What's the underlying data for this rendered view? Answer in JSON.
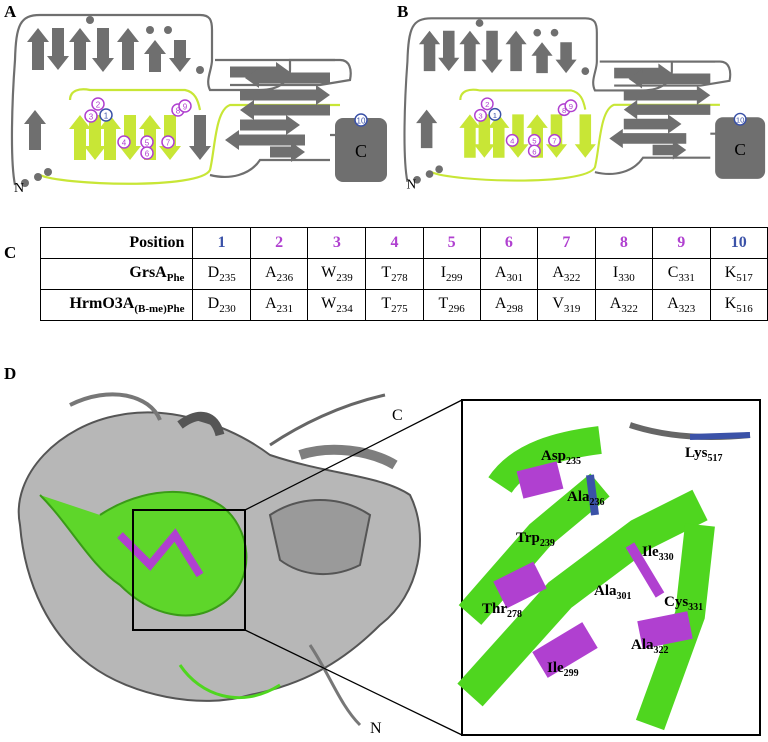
{
  "panels": {
    "a": "A",
    "b": "B",
    "c": "C",
    "d": "D"
  },
  "topology": {
    "n_terminus": "N",
    "c_domain_label": "C",
    "position_labels": [
      "1",
      "2",
      "3",
      "4",
      "5",
      "6",
      "7",
      "8",
      "9",
      "10"
    ]
  },
  "table": {
    "header_label": "Position",
    "positions": [
      "1",
      "2",
      "3",
      "4",
      "5",
      "6",
      "7",
      "8",
      "9",
      "10"
    ],
    "position_colors": [
      "#3b52a8",
      "#b040d0",
      "#b040d0",
      "#b040d0",
      "#b040d0",
      "#b040d0",
      "#b040d0",
      "#b040d0",
      "#b040d0",
      "#3b52a8"
    ],
    "rows": [
      {
        "name": "GrsA",
        "name_sub": "Phe",
        "cells": [
          {
            "res": "D",
            "num": "235"
          },
          {
            "res": "A",
            "num": "236"
          },
          {
            "res": "W",
            "num": "239"
          },
          {
            "res": "T",
            "num": "278"
          },
          {
            "res": "I",
            "num": "299"
          },
          {
            "res": "A",
            "num": "301"
          },
          {
            "res": "A",
            "num": "322"
          },
          {
            "res": "I",
            "num": "330"
          },
          {
            "res": "C",
            "num": "331"
          },
          {
            "res": "K",
            "num": "517"
          }
        ]
      },
      {
        "name": "HrmO3A",
        "name_sub": "(B-me)Phe",
        "cells": [
          {
            "res": "D",
            "num": "230"
          },
          {
            "res": "A",
            "num": "231"
          },
          {
            "res": "W",
            "num": "234"
          },
          {
            "res": "T",
            "num": "275"
          },
          {
            "res": "T",
            "num": "296"
          },
          {
            "res": "A",
            "num": "298"
          },
          {
            "res": "V",
            "num": "319"
          },
          {
            "res": "A",
            "num": "322"
          },
          {
            "res": "A",
            "num": "323"
          },
          {
            "res": "K",
            "num": "516"
          }
        ]
      }
    ]
  },
  "structure": {
    "n_label": "N",
    "c_label": "C",
    "residues": [
      {
        "name": "Asp",
        "num": "235"
      },
      {
        "name": "Lys",
        "num": "517"
      },
      {
        "name": "Ala",
        "num": "236"
      },
      {
        "name": "Trp",
        "num": "239"
      },
      {
        "name": "Ile",
        "num": "330"
      },
      {
        "name": "Ala",
        "num": "301"
      },
      {
        "name": "Cys",
        "num": "331"
      },
      {
        "name": "Thr",
        "num": "278"
      },
      {
        "name": "Ala",
        "num": "322"
      },
      {
        "name": "Ile",
        "num": "299"
      }
    ]
  },
  "colors": {
    "grey": "#6f6f6f",
    "lime": "#c8e636",
    "green": "#4fd61f",
    "magenta": "#b040d0",
    "blue": "#3b52a8"
  }
}
